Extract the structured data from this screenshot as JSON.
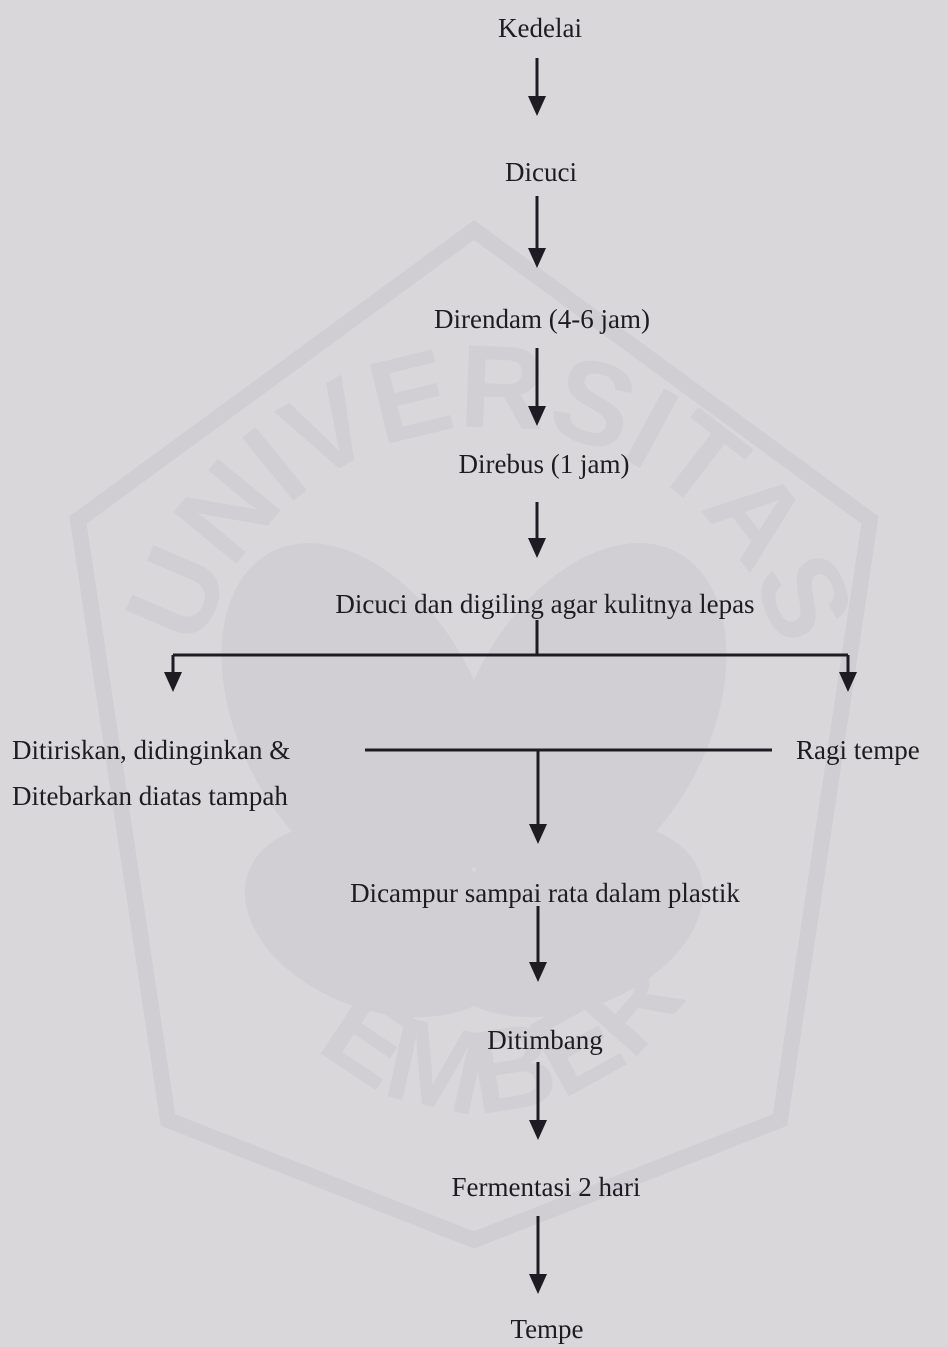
{
  "diagram": {
    "steps": {
      "s1": "Kedelai",
      "s2": "Dicuci",
      "s3": "Direndam (4-6 jam)",
      "s4": "Direbus (1 jam)",
      "s5": "Dicuci dan digiling agar kulitnya lepas",
      "s6": "Dicampur sampai rata dalam plastik",
      "s7": "Ditimbang",
      "s8": "Fermentasi 2 hari",
      "s9": "Tempe"
    },
    "branches": {
      "left_line1": "Ditiriskan, didinginkan &",
      "left_line2": "Ditebarkan diatas tampah",
      "right": "Ragi tempe"
    }
  },
  "watermark": {
    "top": "UNIVERSITAS",
    "bottom": "JEMBER"
  }
}
